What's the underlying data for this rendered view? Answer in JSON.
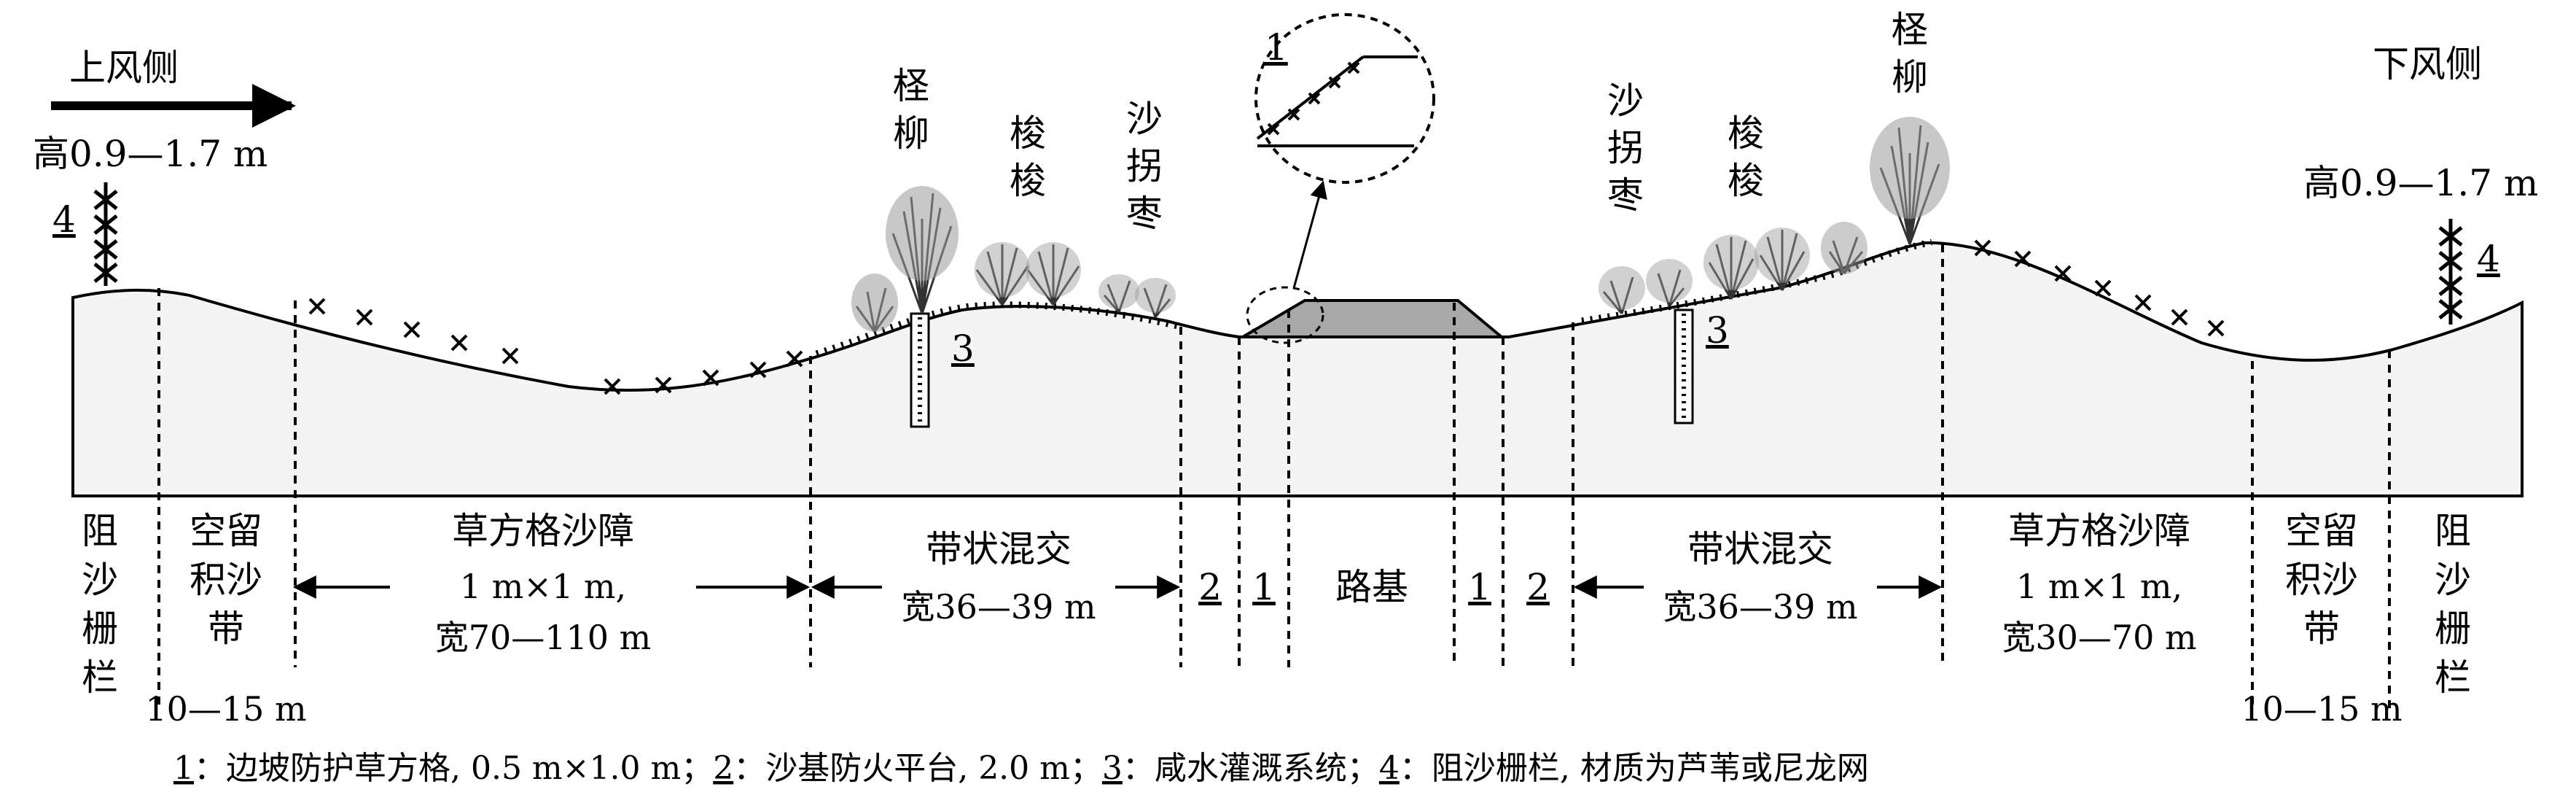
{
  "wind": {
    "upwind": "上风侧",
    "downwind": "下风侧"
  },
  "fence": {
    "height_left": "高0.9—1.7 m",
    "height_right": "高0.9—1.7 m",
    "marker_left": "4",
    "marker_right": "4"
  },
  "plants": {
    "left": [
      {
        "chars": [
          "柽",
          "柳"
        ]
      },
      {
        "chars": [
          "梭",
          "梭"
        ]
      },
      {
        "chars": [
          "沙",
          "拐",
          "枣"
        ]
      }
    ],
    "right": [
      {
        "chars": [
          "沙",
          "拐",
          "枣"
        ]
      },
      {
        "chars": [
          "梭",
          "梭"
        ]
      },
      {
        "chars": [
          "柽",
          "柳"
        ]
      }
    ]
  },
  "irrigation_marker_left": "3",
  "irrigation_marker_right": "3",
  "inset_marker": "1",
  "zones": {
    "fence_left": [
      "阻",
      "沙",
      "栅",
      "栏"
    ],
    "accum_left": {
      "chars": [
        "空留",
        "积沙",
        "带"
      ],
      "width": "10—15 m"
    },
    "grid_left": {
      "title": "草方格沙障",
      "size": "1 m×1 m,",
      "width": "宽70—110 m"
    },
    "belt_left": {
      "title": "带状混交",
      "width": "宽36—39 m"
    },
    "m2_left": "2",
    "m1_left": "1",
    "roadbed": "路基",
    "m1_right": "1",
    "m2_right": "2",
    "belt_right": {
      "title": "带状混交",
      "width": "宽36—39 m"
    },
    "grid_right": {
      "title": "草方格沙障",
      "size": "1 m×1 m,",
      "width": "宽30—70 m"
    },
    "accum_right": {
      "chars": [
        "空留",
        "积沙",
        "带"
      ],
      "width": "10—15 m"
    },
    "fence_right": [
      "阻",
      "沙",
      "栅",
      "栏"
    ]
  },
  "legend": {
    "items": [
      {
        "num": "1",
        "text": "：边坡防护草方格, 0.5 m×1.0 m；"
      },
      {
        "num": "2",
        "text": "：沙基防火平台, 2.0 m；"
      },
      {
        "num": "3",
        "text": "：咸水灌溉系统；"
      },
      {
        "num": "4",
        "text": "：阻沙栅栏, 材质为芦苇或尼龙网"
      }
    ]
  }
}
